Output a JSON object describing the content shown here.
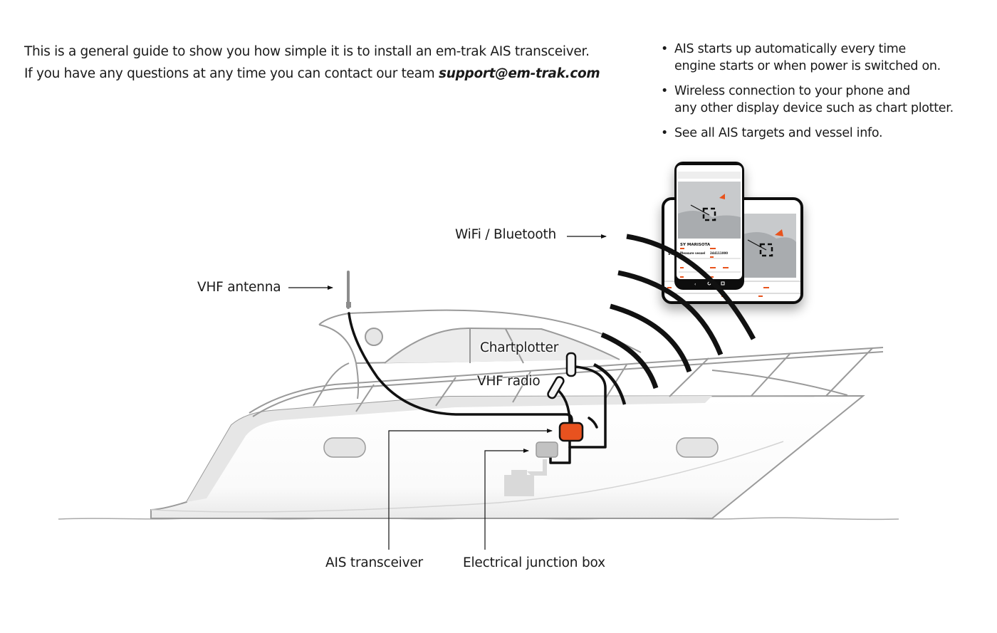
{
  "intro": {
    "line1": "This is a general guide to show you how simple it is to install an em-trak AIS transceiver.",
    "line2_prefix": "If you have any questions at any time you can contact our team ",
    "email": "support@em-trak.com"
  },
  "features": [
    {
      "bullet": "•",
      "line1": "AIS starts up automatically every time",
      "line2": "engine starts or when power is switched on."
    },
    {
      "bullet": "•",
      "line1": "Wireless connection to your phone and",
      "line2": "any other display device such as chart plotter."
    },
    {
      "bullet": "•",
      "line1": "See all AIS targets and vessel info.",
      "line2": ""
    }
  ],
  "labels": {
    "wifi": "WiFi / Bluetooth",
    "antenna": "VHF antenna",
    "chartplotter": "Chartplotter",
    "vhf_radio": "VHF radio",
    "ais": "AIS transceiver",
    "junction": "Electrical junction box"
  },
  "phone_app": {
    "vessel_name": "SY MARISOTA",
    "type_value": "Pleasure vessel",
    "mmsi_value": "244111000",
    "tablet_vessel_prefix": "SY M"
  },
  "colors": {
    "accent": "#e8521f",
    "device_grey": "#bdbdbd",
    "boat_line": "#9a9a9a",
    "boat_fill": "#f1f1f1",
    "cable": "#111111"
  }
}
